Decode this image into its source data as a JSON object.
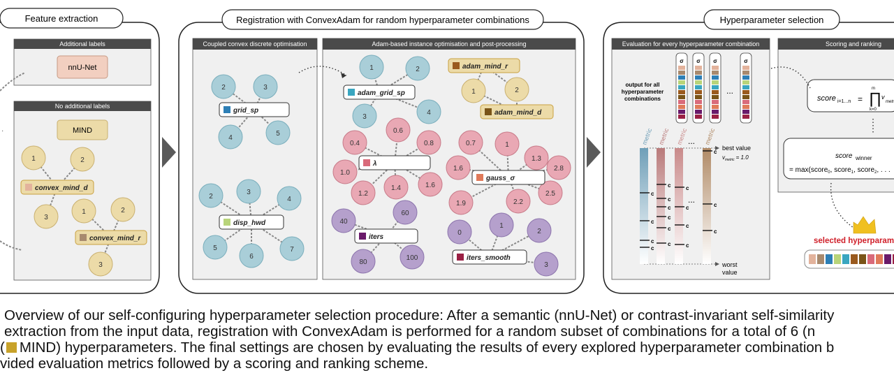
{
  "sections": {
    "feature": "Feature extraction",
    "registration": "Registration with ConvexAdam for random hyperparameter combinations",
    "selection": "Hyperparameter selection"
  },
  "panels": {
    "additional": "Additional labels",
    "no_additional": "No additional labels",
    "coupled": "Coupled convex discrete optimisation",
    "adam": "Adam-based instance optimisation and post-processing",
    "evaluation": "Evaluation for every hyperparameter combination",
    "scoring": "Scoring and ranking"
  },
  "feature_boxes": {
    "nnunet": "nnU-Net",
    "mind": "MIND"
  },
  "hyperparameters": {
    "convex_mind_d": {
      "label": "convex_mind_d",
      "values": [
        "1",
        "2",
        "3"
      ],
      "color": "#e3b39c"
    },
    "convex_mind_r": {
      "label": "convex_mind_r",
      "values": [
        "1",
        "2",
        "3"
      ],
      "color": "#a88a6e"
    },
    "grid_sp": {
      "label": "grid_sp",
      "values": [
        "2",
        "3",
        "4",
        "5"
      ],
      "color": "#2d7fb6"
    },
    "disp_hwd": {
      "label": "disp_hwd",
      "values": [
        "2",
        "3",
        "4",
        "5",
        "6",
        "7"
      ],
      "color": "#b8d47a"
    },
    "adam_grid_sp": {
      "label": "adam_grid_sp",
      "values": [
        "1",
        "2",
        "3",
        "4"
      ],
      "color": "#3aa6c0"
    },
    "adam_mind_r": {
      "label": "adam_mind_r",
      "values": [
        "1",
        "2"
      ],
      "color": "#9a5a1e"
    },
    "adam_mind_d": {
      "label": "adam_mind_d",
      "values": [
        "1",
        "2"
      ],
      "color": "#7a5418"
    },
    "lambda": {
      "label": "λ",
      "values": [
        "0.4",
        "0.6",
        "0.8",
        "1.0",
        "1.2",
        "1.4",
        "1.6"
      ],
      "color": "#d96a7a"
    },
    "gauss_sigma": {
      "label": "gauss_σ",
      "values": [
        "0.7",
        "1",
        "1.3",
        "1.6",
        "2.8",
        "1.9",
        "2.2",
        "2.5"
      ],
      "color": "#e07a5a"
    },
    "iters": {
      "label": "iters",
      "values": [
        "40",
        "60",
        "80",
        "100"
      ],
      "color": "#6a1a6a"
    },
    "iters_smooth": {
      "label": "iters_smooth",
      "values": [
        "0",
        "1",
        "2",
        "3"
      ],
      "color": "#9a2044"
    }
  },
  "evaluation": {
    "output_label": [
      "output for all",
      "hyperparameter",
      "combinations"
    ],
    "metric_label": "metric",
    "dots": "...",
    "c_label": "c",
    "best": "best value",
    "vmetric": "v",
    "vmetric_sub": "metric",
    "vmetric_val": "= 1.0",
    "worst": [
      "worst",
      "value"
    ]
  },
  "scoring": {
    "score": "score",
    "sub": "i=1...n",
    "prod_top": "m",
    "prod_bottom": "k=0",
    "winner": "score",
    "winner_sub": "winner",
    "max_expr": "= max(score",
    "max_rest": "score",
    "crown_label": "selected hyperparam"
  },
  "caption": [
    "Overview of our self-configuring hyperparameter selection procedure: After a semantic (nnU-Net) or contrast-invariant self-similarity",
    "extraction from the input data, registration with ConvexAdam is performed for a random subset of combinations for a total of 6 (n",
    "MIND) hyperparameters. The final settings are chosen by evaluating the results of every explored hyperparameter combination b",
    "vided evaluation metrics followed by a scoring and ranking scheme."
  ],
  "colors": {
    "feature_node": "#ecdba8",
    "teal_node": "#a9ced8",
    "pink_node": "#e9a8b4",
    "purple_node": "#b5a0cc",
    "panel_header": "#4a4a4a",
    "panel_bg": "#f0f0f0",
    "nnunet_box": "#f2cfc0",
    "crown": "#f0c020"
  }
}
